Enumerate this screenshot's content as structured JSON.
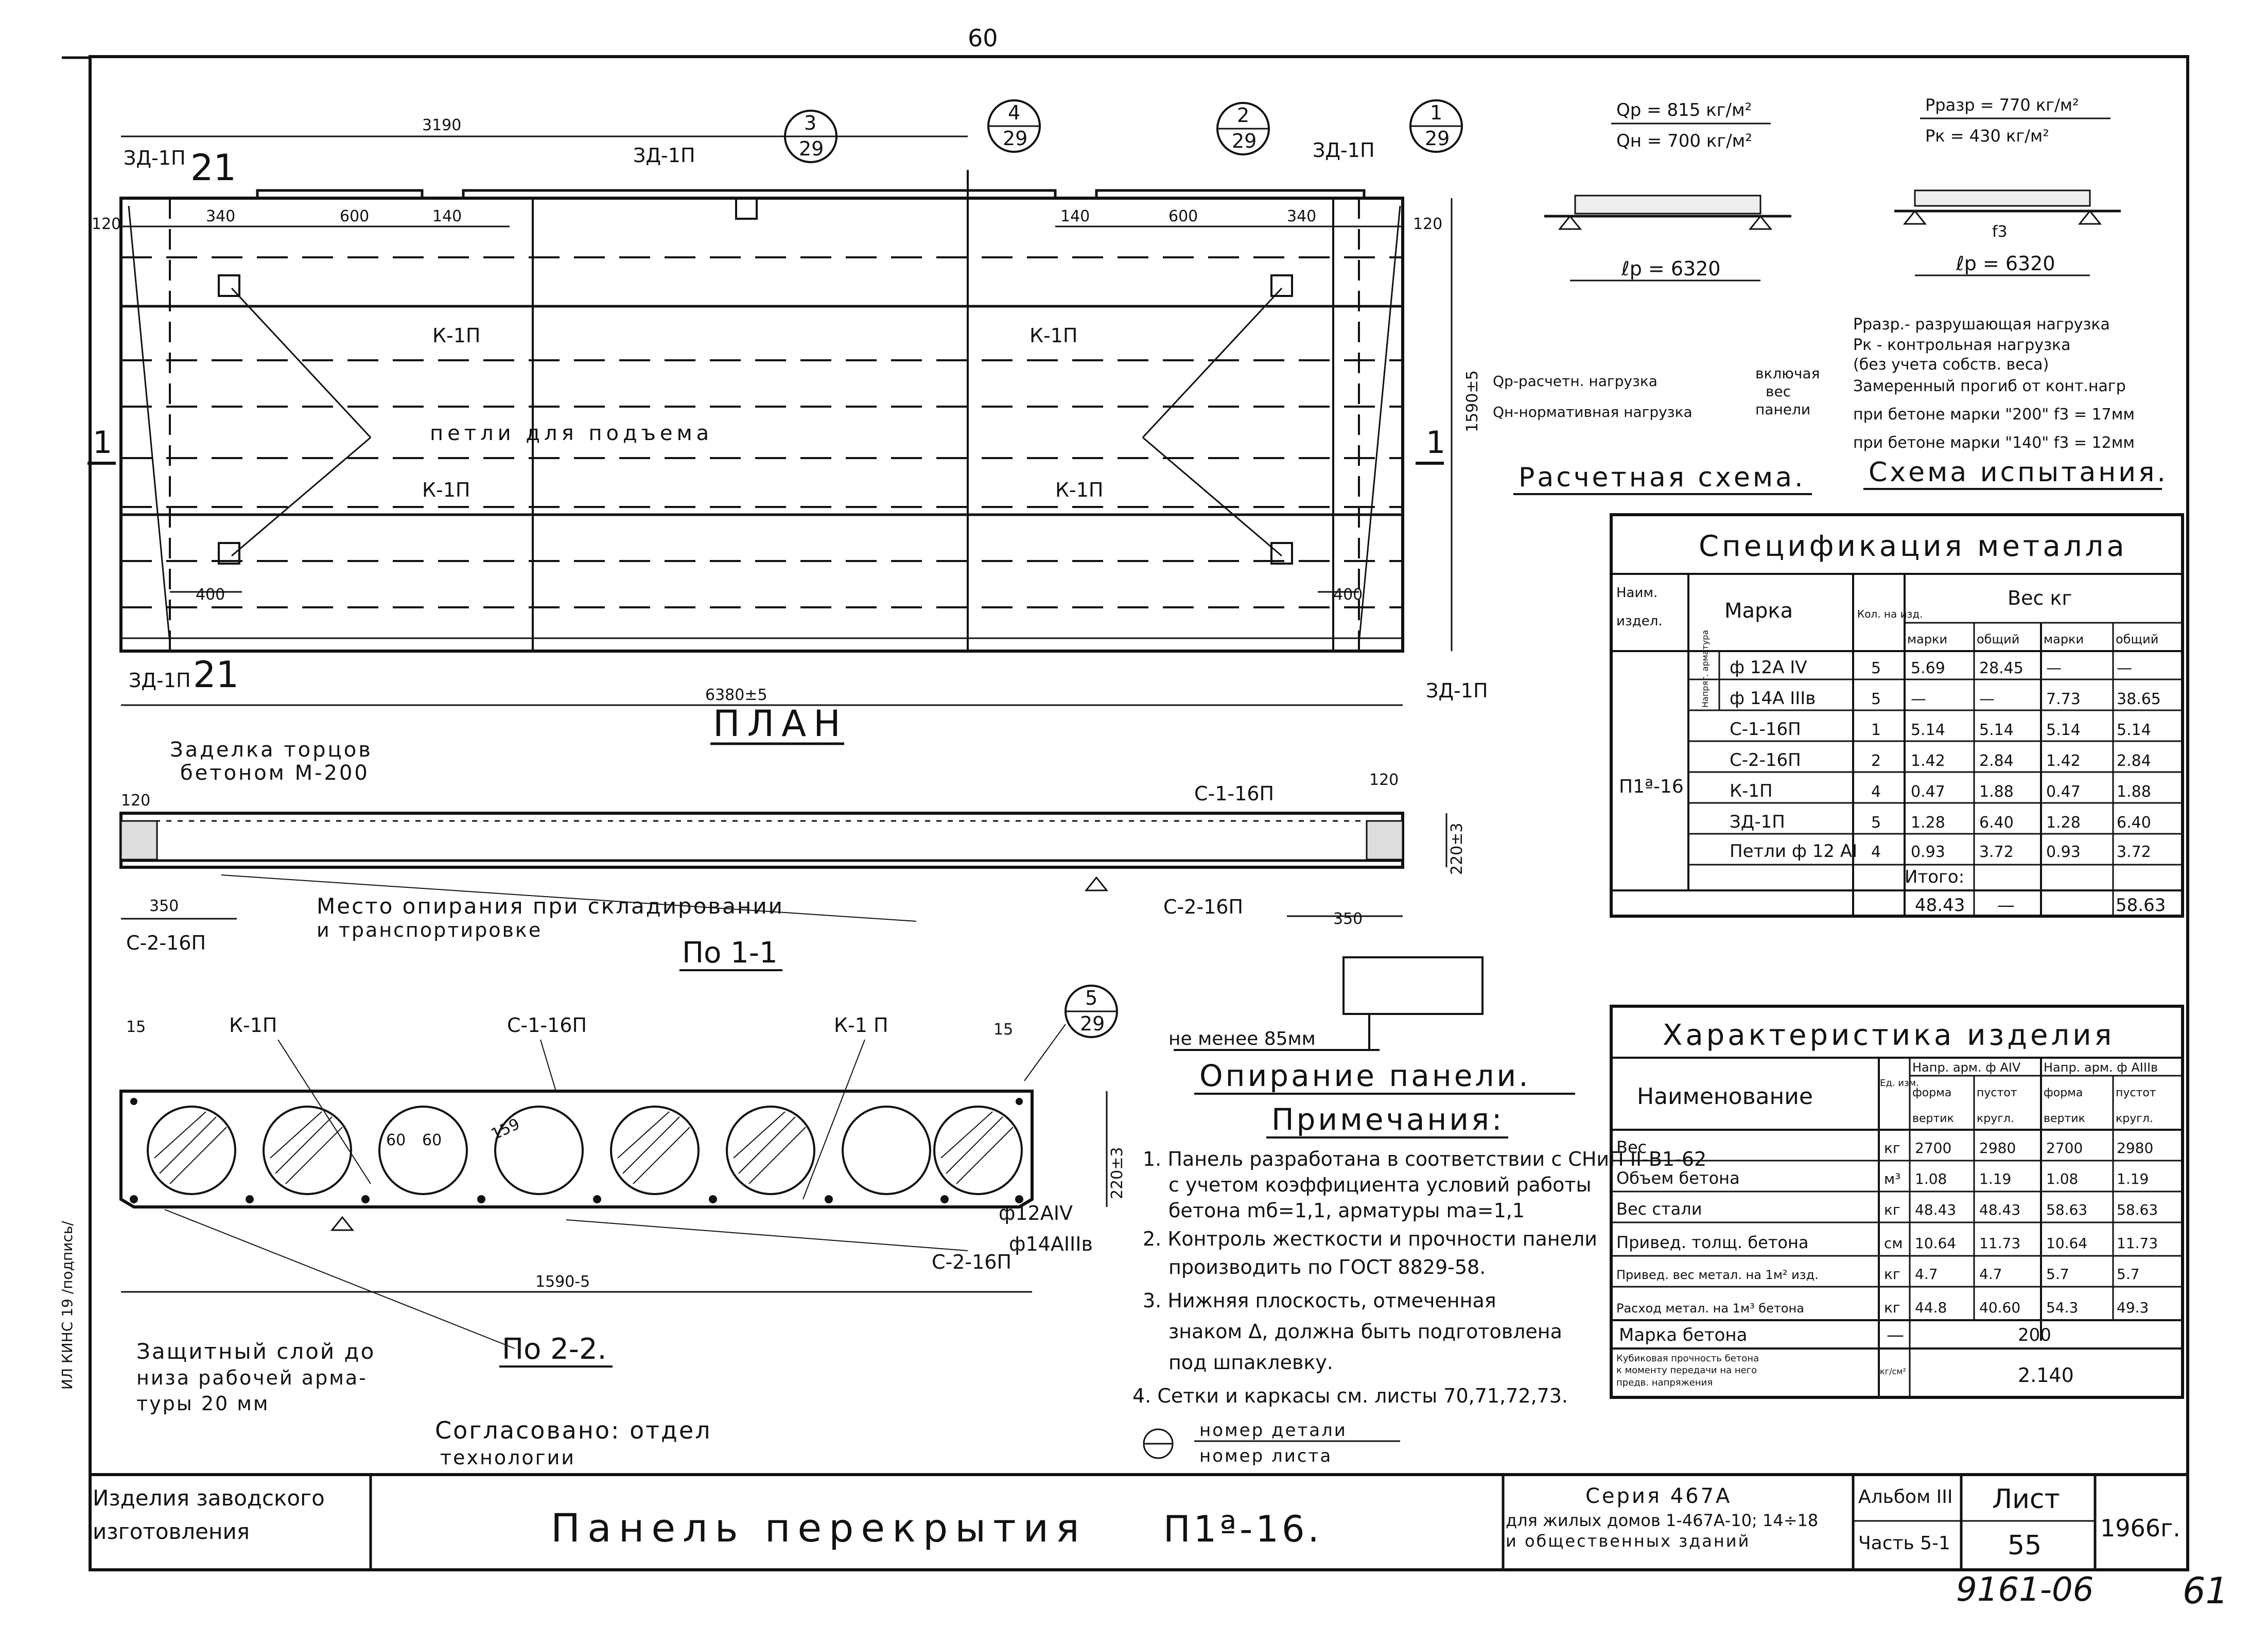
{
  "page_number": "60",
  "page_number_right": "61",
  "archive_number": "9161-06",
  "side_stamp": "ИЛ КИНС 19 /подпись/",
  "plan": {
    "title": "ПЛАН",
    "dims": {
      "half_length": "3190",
      "end_120_left": "120",
      "end_120_right": "120",
      "d340_left": "340",
      "d600_left": "600",
      "d140_left": "140",
      "d140_right": "140",
      "d600_right": "600",
      "d340_right": "340",
      "d400_left": "400",
      "d400_right": "400",
      "total_length": "6380±5",
      "width": "1590±5"
    },
    "labels": {
      "zd_top_left": "ЗД-1П",
      "zd_top_mid": "ЗД-1П",
      "zd_top_right": "ЗД-1П",
      "zd_bottom_left": "ЗД-1П",
      "zd_bottom_right": "ЗД-1П",
      "mark_21_top": "21",
      "mark_21_bottom": "21",
      "k1p_1": "К-1П",
      "k1p_2": "К-1П",
      "k1p_3": "К-1П",
      "k1p_4": "К-1П",
      "loops": "петли  для подъема",
      "section_1_left": "1",
      "section_1_right": "1"
    },
    "callouts": [
      {
        "num": "3",
        "sheet": "29"
      },
      {
        "num": "4",
        "sheet": "29"
      },
      {
        "num": "2",
        "sheet": "29"
      },
      {
        "num": "1",
        "sheet": "29"
      }
    ]
  },
  "section_1": {
    "title": "По 1-1",
    "end_seal_line1": "Заделка торцов",
    "end_seal_line2": "бетоном М-200",
    "d120_left": "120",
    "d120_right": "120",
    "height": "220±3",
    "d350_left": "350",
    "d350_right": "350",
    "c1": "С-1-16П",
    "c2_left": "С-2-16П",
    "c2_right": "С-2-16П",
    "support_line1": "Место опирания  при складировании",
    "support_line2": "и транспортировке"
  },
  "section_2": {
    "title": "По 2-2.",
    "d15_left": "15",
    "d15_right": "15",
    "k1p_left": "К-1П",
    "c1": "С-1-16П",
    "k1p_right": "К-1 П",
    "d60a": "60",
    "d60b": "60",
    "d159": "159",
    "height": "220±3",
    "width": "1590-5",
    "rebar1": "ф12АIV",
    "rebar2": "ф14АIIIв",
    "c2": "С-2-16П",
    "callout": {
      "num": "5",
      "sheet": "29"
    },
    "cover_line1": "Защитный слой до",
    "cover_line2": "низа рабочей  арма-",
    "cover_line3": "туры   20 мм"
  },
  "approved": {
    "line1": "Согласовано:  отдел",
    "line2": "технологии"
  },
  "calc_scheme": {
    "qp": "Qр = 815 кг/м²",
    "qn": "Qн = 700 кг/м²",
    "span": "ℓр = 6320",
    "title": "Расчетная схема.",
    "legend_qp": "Qр-расчетн. нагрузка",
    "legend_qn": "Qн-нормативная нагрузка",
    "legend_incl1": "включая",
    "legend_incl2": "вес",
    "legend_incl3": "панели"
  },
  "test_scheme": {
    "prazr": "Рразр = 770 кг/м²",
    "pk": "Рк = 430 кг/м²",
    "f": "f3",
    "span": "ℓр = 6320",
    "title": "Схема испытания.",
    "note1": "Рразр.- разрушающая нагрузка",
    "note2": "Рк  - контрольная нагрузка",
    "note3": "(без учета собств. веса)",
    "note4": "Замеренный прогиб от конт.нагр",
    "note5": "при бетоне марки \"200\" f3 = 17мм",
    "note6": "при бетоне марки \"140\" f3 = 12мм"
  },
  "spec_metal": {
    "title": "Спецификация  металла",
    "head_name1": "Наим.",
    "head_name2": "издел.",
    "head_mark": "Марка",
    "head_qty": "Кол. на изд.",
    "head_weight": "Вес кг",
    "head_w_mark1": "марки",
    "head_w_total1": "общий",
    "head_w_mark2": "марки",
    "head_w_total2": "общий",
    "item": "П1ª-16",
    "prestressed": "Напряг. арматура",
    "rows": [
      [
        "ф 12А IV",
        "5",
        "5.69",
        "28.45",
        "—",
        "—"
      ],
      [
        "ф 14А IIIв",
        "5",
        "—",
        "—",
        "7.73",
        "38.65"
      ],
      [
        "С-1-16П",
        "1",
        "5.14",
        "5.14",
        "5.14",
        "5.14"
      ],
      [
        "С-2-16П",
        "2",
        "1.42",
        "2.84",
        "1.42",
        "2.84"
      ],
      [
        "К-1П",
        "4",
        "0.47",
        "1.88",
        "0.47",
        "1.88"
      ],
      [
        "ЗД-1П",
        "5",
        "1.28",
        "6.40",
        "1.28",
        "6.40"
      ],
      [
        "Петли ф 12 АI",
        "4",
        "0.93",
        "3.72",
        "0.93",
        "3.72"
      ]
    ],
    "total_label": "Итого:",
    "total": [
      "48.43",
      "—",
      "58.63"
    ]
  },
  "characteristics": {
    "title": "Характеристика  изделия",
    "head_name": "Наименование",
    "head_unit": "Ед. изм.",
    "head_a": "Напр. арм. ф АIV",
    "head_b": "Напр. арм. ф АIIIв",
    "sub_form": "форма",
    "sub_void": "пустот",
    "sub_vert": "вертик",
    "sub_round": "кругл.",
    "rows": [
      [
        "Вес",
        "кг",
        "2700",
        "2980",
        "2700",
        "2980"
      ],
      [
        "Объем бетона",
        "м³",
        "1.08",
        "1.19",
        "1.08",
        "1.19"
      ],
      [
        "Вес стали",
        "кг",
        "48.43",
        "48.43",
        "58.63",
        "58.63"
      ],
      [
        "Привед. толщ. бетона",
        "см",
        "10.64",
        "11.73",
        "10.64",
        "11.73"
      ],
      [
        "Привед. вес метал. на 1м² изд.",
        "кг",
        "4.7",
        "4.7",
        "5.7",
        "5.7"
      ],
      [
        "Расход метал. на 1м³ бетона",
        "кг",
        "44.8",
        "40.60",
        "54.3",
        "49.3"
      ]
    ],
    "grade_label": "Марка бетона",
    "grade_unit": "—",
    "grade_value": "200",
    "strength_label1": "Кубиковая прочность бетона",
    "strength_label2": "к моменту передачи на него",
    "strength_label3": "предв. напряжения",
    "strength_unit": "кг/см²",
    "strength_value": "2.140"
  },
  "support_detail": {
    "min_label": "не менее 85мм",
    "title": "Опирание панели."
  },
  "notes": {
    "title": "Примечания:",
    "n1a": "1. Панель разработана в соответствии с СНиП II-В1-62",
    "n1b": "с учетом коэффициента условий работы",
    "n1c": "бетона mб=1,1, арматуры mа=1,1",
    "n2a": "2. Контроль жесткости и прочности панели",
    "n2b": "производить по ГОСТ 8829-58.",
    "n3a": "3. Нижняя плоскость, отмеченная",
    "n3b": "знаком Δ, должна быть подготовлена",
    "n3c": "под шпаклевку.",
    "n4": "4. Сетки и каркасы см. листы 70,71,72,73.",
    "legend_top": "номер  детали",
    "legend_bottom": "номер  листа"
  },
  "title_block": {
    "left1": "Изделия заводского",
    "left2": "изготовления",
    "name": "Панель   перекрытия",
    "mark": "П1ª-16.",
    "series1": "Серия  467А",
    "series2": "для жилых домов 1-467А-10; 14÷18",
    "series3": "и общественных  зданий",
    "album": "Альбом III",
    "part": "Часть 5-1",
    "sheet_label": "Лист",
    "sheet": "55",
    "year": "1966г."
  }
}
